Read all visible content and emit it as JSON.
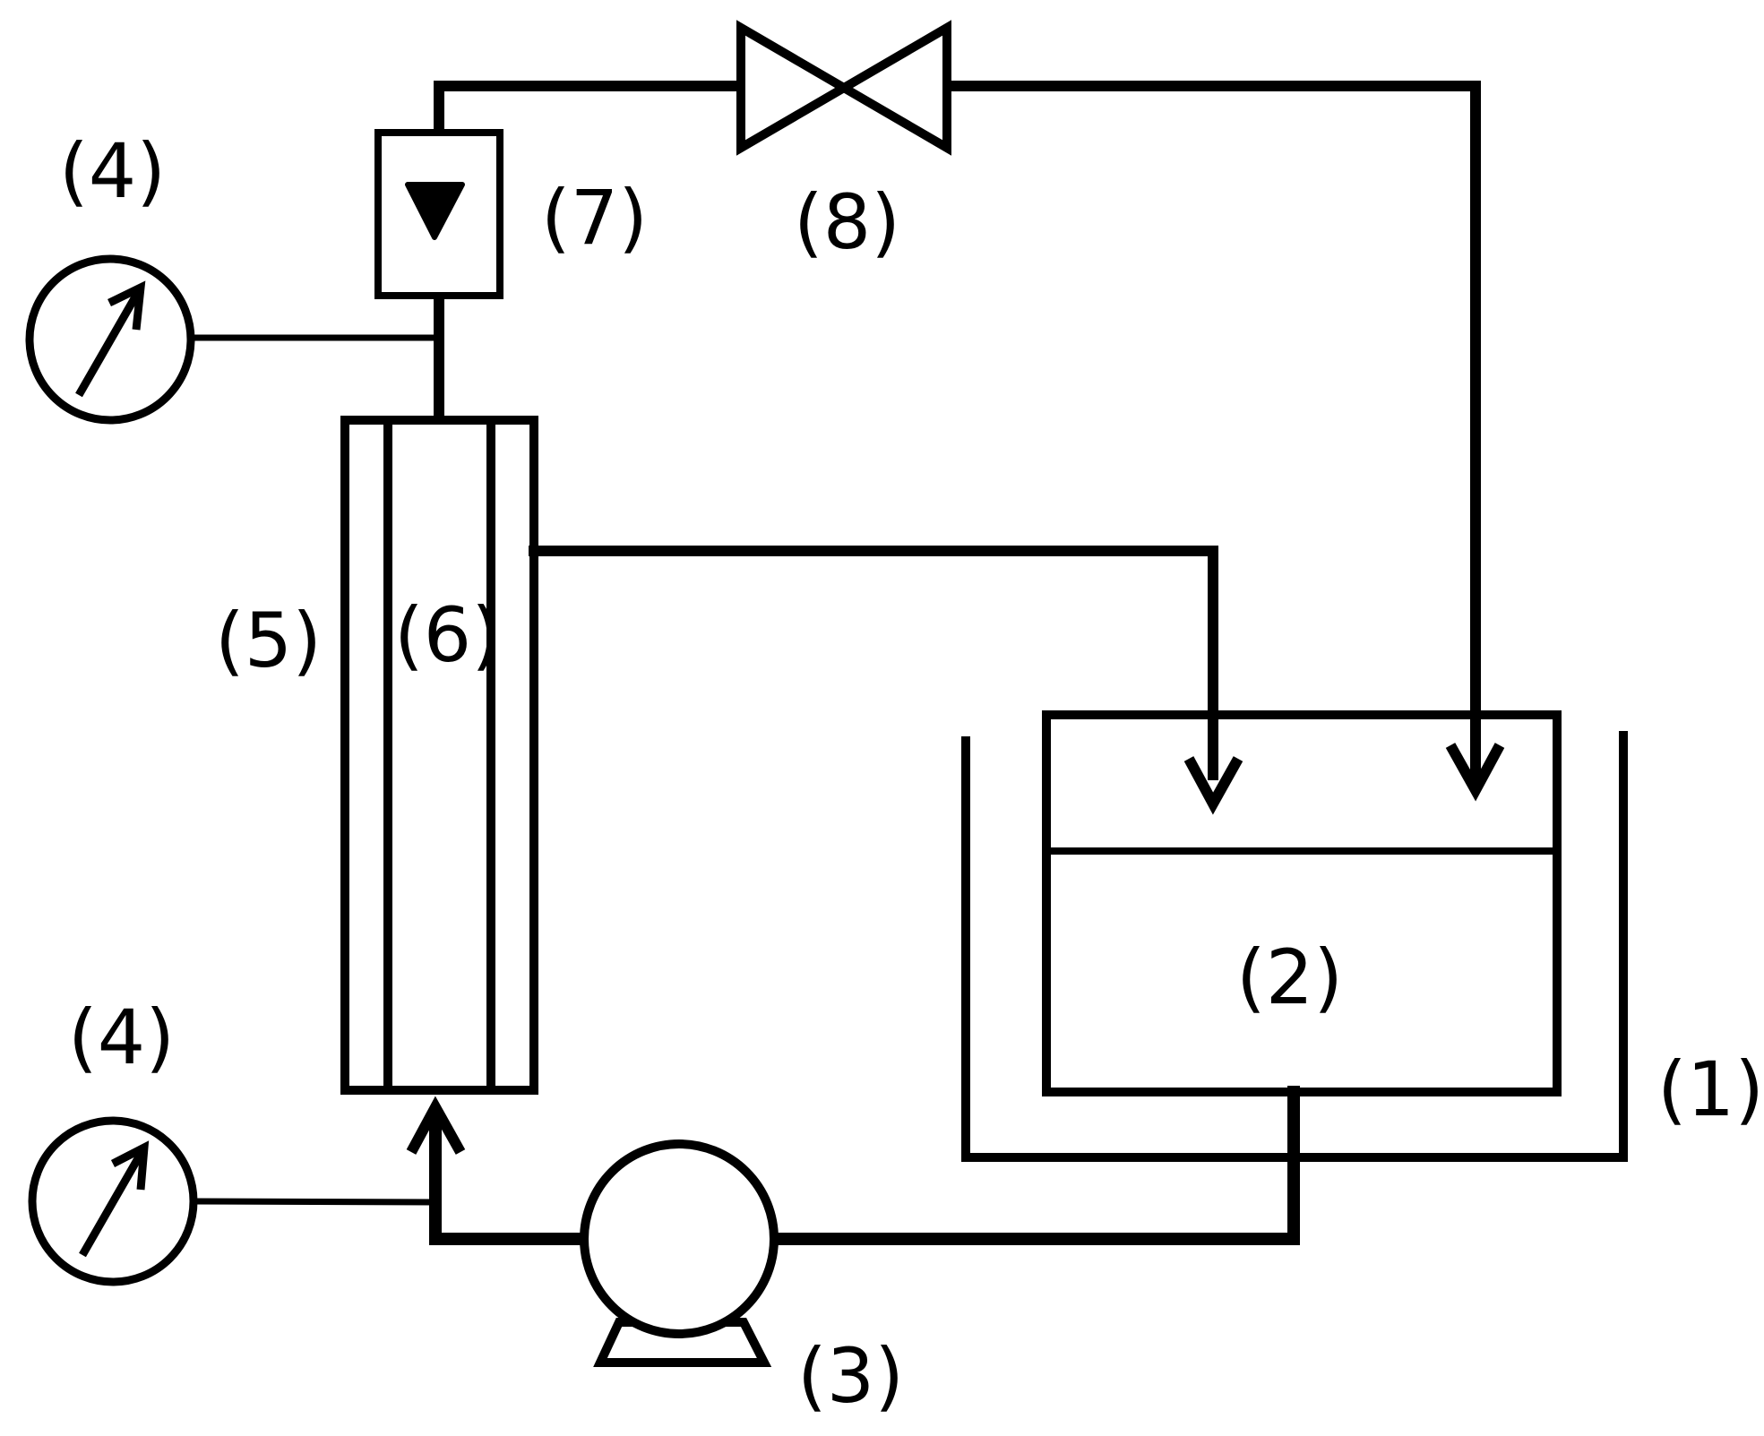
{
  "colors": {
    "stroke": "#000000",
    "background": "#ffffff"
  },
  "labels": {
    "water_bath": "(1)",
    "feed_tank": "(2)",
    "pump": "(3)",
    "gauge_top": "(4)",
    "gauge_bottom": "(4)",
    "module": "(5)",
    "membrane": "(6)",
    "flowmeter": "(7)",
    "valve": "(8)"
  }
}
